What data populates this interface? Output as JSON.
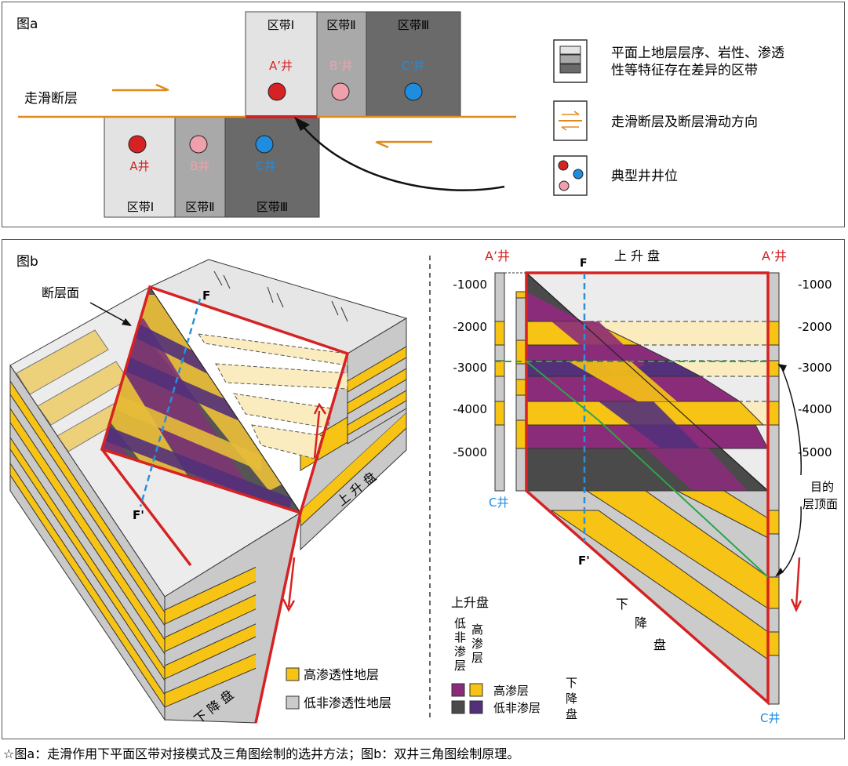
{
  "panel_a": {
    "label": "图a",
    "fault_label": "走滑断层",
    "upper_zones": [
      "区带Ⅰ",
      "区带Ⅱ",
      "区带Ⅲ"
    ],
    "lower_zones": [
      "区带Ⅰ",
      "区带Ⅱ",
      "区带Ⅲ"
    ],
    "upper_wells": [
      "A’井",
      "B’井",
      "C’井"
    ],
    "lower_wells": [
      "A井",
      "B井",
      "C井"
    ],
    "legend": {
      "item1_line1": "平面上地层层序、岩性、渗透",
      "item1_line2": "性等特征存在差异的区带",
      "item2": "走滑断层及断层滑动方向",
      "item3": "典型井井位"
    },
    "colors": {
      "well_a": "#d62222",
      "well_b": "#f0a0ac",
      "well_c": "#1e8de0",
      "fault": "#e08a1e"
    }
  },
  "panel_b": {
    "label": "图b",
    "fault_plane_label": "断层面",
    "f_label": "F",
    "f_prime_label": "F'",
    "upthrown_label": "上 升 盘",
    "downthrown_label": "下 降 盘",
    "legend_high": "高渗透性地层",
    "legend_low": "低非渗透性地层",
    "right": {
      "well_left": "A’井",
      "well_right": "A’井",
      "top_title": "上 升 盘",
      "c_well_left": "C井",
      "c_well_bottom": "C井",
      "depth_ticks": [
        "-1000",
        "-2000",
        "-3000",
        "-4000",
        "-5000"
      ],
      "target_label_1": "目的",
      "target_label_2": "层顶面",
      "down_chars": [
        "下",
        "降",
        "盘"
      ],
      "legend_title": "上升盘",
      "legend_col1": [
        "低",
        "非",
        "渗",
        "层"
      ],
      "legend_col2": [
        "高",
        "渗",
        "层"
      ],
      "legend_high": "高渗层",
      "legend_low": "低非渗层",
      "legend_down": [
        "下",
        "降",
        "盘"
      ]
    },
    "colors": {
      "yellow": "#f7c315",
      "grey": "#cbcbcb",
      "purple": "#8a2c7a",
      "dark": "#4a4a4a",
      "red": "#d62222"
    }
  },
  "caption": "☆图a：走滑作用下平面区带对接模式及三角图绘制的选井方法；图b：双井三角图绘制原理。"
}
